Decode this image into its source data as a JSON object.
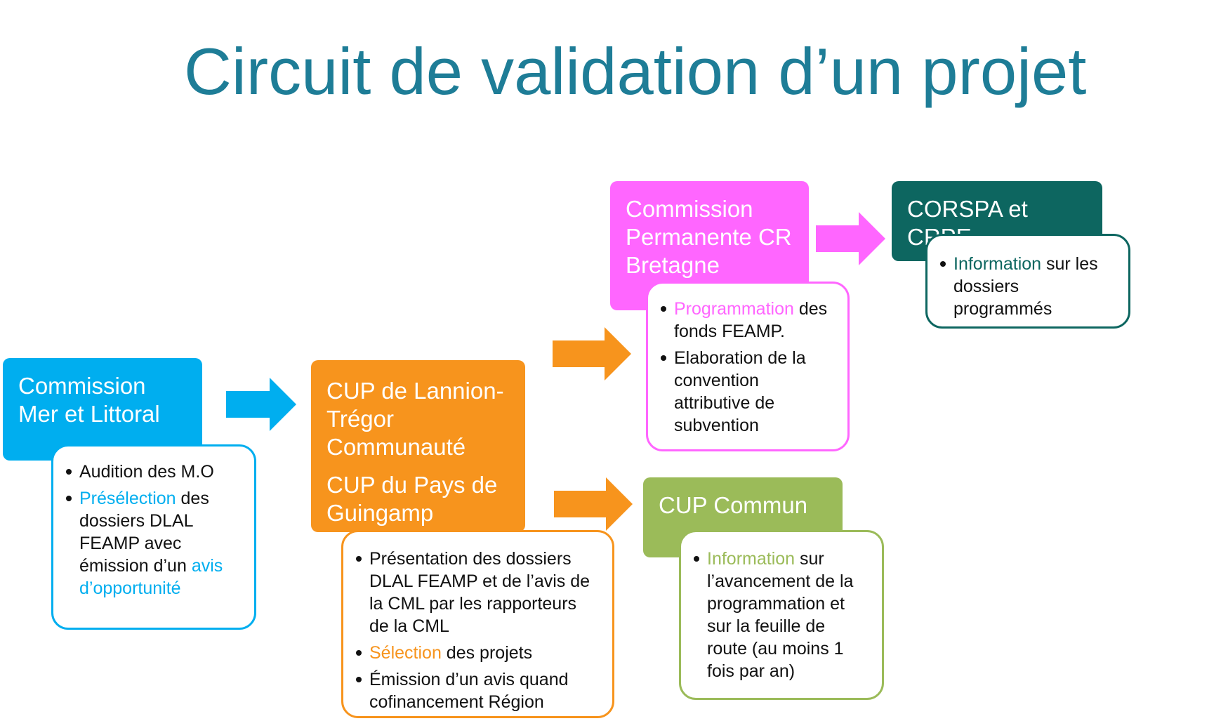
{
  "title": "Circuit de validation d’un projet",
  "colors": {
    "title": "#1e7d97",
    "cml": "#00aeef",
    "cup": "#f7941d",
    "cp": "#ff66ff",
    "corspa": "#0d6660",
    "commun": "#9bbb59"
  },
  "steps": {
    "cml": {
      "header": [
        "Commission",
        "Mer et Littoral"
      ],
      "b1": "Audition des M.O",
      "b2_hl": "Présélection",
      "b2_a": " des dossiers DLAL FEAMP avec émission d’un ",
      "b2_hl2": "avis d’opportunité"
    },
    "cup": {
      "header1": [
        "CUP de Lannion-",
        "Trégor",
        "Communauté"
      ],
      "header2": [
        "CUP du Pays de",
        "Guingamp"
      ],
      "b1": "Présentation des dossiers DLAL FEAMP et de l’avis de la CML par les rapporteurs de la CML",
      "b2_hl": "Sélection",
      "b2_rest": " des projets",
      "b3": "Émission d’un avis quand cofinancement Région"
    },
    "cp": {
      "header": [
        "Commission",
        "Permanente CR",
        "Bretagne"
      ],
      "b1_hl": "Programmation",
      "b1_rest": " des fonds FEAMP.",
      "b2": "Elaboration de la convention attributive de subvention"
    },
    "corspa": {
      "header": [
        "CORSPA et CRPE"
      ],
      "b1_hl": "Information",
      "b1_rest": " sur les dossiers programmés"
    },
    "commun": {
      "header": [
        "CUP Commun"
      ],
      "b1_hl": "Information",
      "b1_rest": " sur l’avancement de la programmation et sur la feuille de route (au moins 1 fois par an)"
    }
  }
}
